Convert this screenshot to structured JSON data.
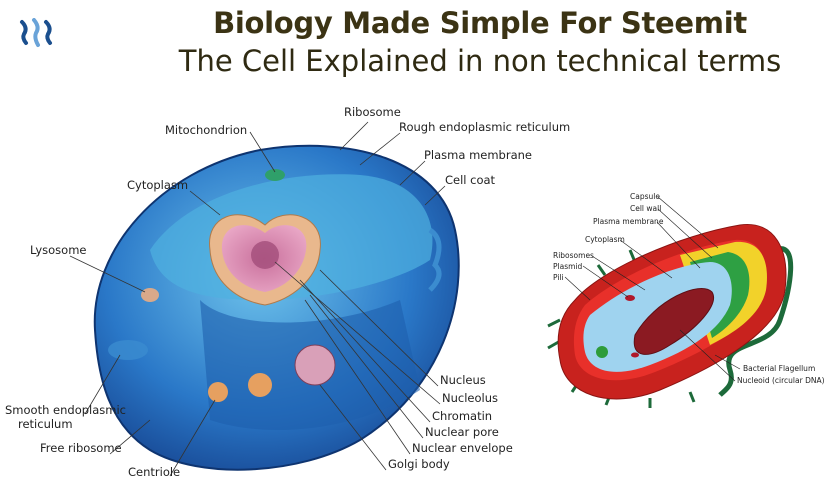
{
  "header": {
    "logo": "steemit-logo",
    "title": "Biology Made Simple For Steemit",
    "subtitle": "The Cell Explained in non technical terms"
  },
  "animal_cell": {
    "labels": {
      "ribosome": "Ribosome",
      "mitochondrion": "Mitochondrion",
      "rough_er": "Rough endoplasmic reticulum",
      "plasma_membrane": "Plasma membrane",
      "cell_coat": "Cell coat",
      "cytoplasm": "Cytoplasm",
      "lysosome": "Lysosome",
      "nucleus": "Nucleus",
      "nucleolus": "Nucleolus",
      "chromatin": "Chromatin",
      "nuclear_pore": "Nuclear pore",
      "nuclear_envelope": "Nuclear envelope",
      "smooth_er_1": "Smooth endoplasmic",
      "smooth_er_2": "reticulum",
      "free_ribosome": "Free ribosome",
      "golgi_body": "Golgi body",
      "centriole": "Centriole"
    }
  },
  "bacterial_cell": {
    "labels": {
      "capsule": "Capsule",
      "cell_wall": "Cell wall",
      "plasma_membrane": "Plasma membrane",
      "cytoplasm": "Cytoplasm",
      "ribosomes": "Ribosomes",
      "plasmid": "Plasmid",
      "pili": "Pili",
      "flagellum": "Bacterial Flagellum",
      "nucleoid": "Nucleoid (circular DNA)"
    }
  }
}
